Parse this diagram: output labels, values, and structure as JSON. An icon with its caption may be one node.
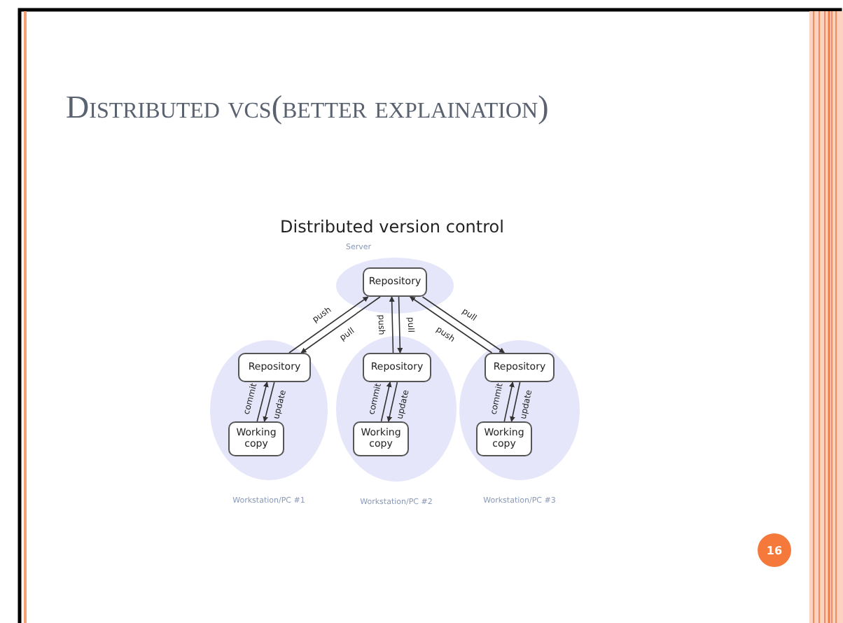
{
  "diagram": {
    "title": "Distributed vcs(better explaination)",
    "nodes": [
      {
        "text": [
          "Server"
        ]
      },
      {
        "text": [
          "Repository"
        ],
        "in": 0
      },
      {
        "text": [
          "Workstation/PC #1"
        ]
      },
      {
        "text": [
          "Repository"
        ],
        "in": 2
      },
      {
        "text": [
          "Working copy"
        ],
        "in": 2
      },
      {
        "text": [
          "Workstation/PC #2"
        ]
      },
      {
        "text": [
          "Repository"
        ],
        "in": 5
      },
      {
        "text": [
          "Working copy"
        ],
        "in": 5
      },
      {
        "text": [
          "Workstation/PC #3"
        ]
      },
      {
        "text": [
          "Repository"
        ],
        "in": 8
      },
      {
        "text": [
          "Working copy"
        ],
        "in": 8
      },
      {
        "text": [
          "16"
        ]
      }
    ],
    "edges": [
      {
        "from": 3,
        "to": 1,
        "arrow": "to",
        "label": "push"
      },
      {
        "from": 1,
        "to": 3,
        "arrow": "to",
        "label": "pull"
      },
      {
        "from": 6,
        "to": 1,
        "arrow": "to",
        "label": "push"
      },
      {
        "from": 1,
        "to": 6,
        "arrow": "to",
        "label": "pull"
      },
      {
        "from": 1,
        "to": 9,
        "arrow": "to",
        "label": "pull"
      },
      {
        "from": 9,
        "to": 1,
        "arrow": "to",
        "label": "push"
      },
      {
        "from": 4,
        "to": 3,
        "arrow": "to",
        "label": "commit"
      },
      {
        "from": 3,
        "to": 4,
        "arrow": "to",
        "label": "update"
      },
      {
        "from": 7,
        "to": 6,
        "arrow": "to",
        "label": "commit"
      },
      {
        "from": 6,
        "to": 7,
        "arrow": "to",
        "label": "update"
      },
      {
        "from": 10,
        "to": 9,
        "arrow": "to",
        "label": "commit"
      },
      {
        "from": 9,
        "to": 10,
        "arrow": "to",
        "label": "update"
      }
    ],
    "labels": [
      "Distributed version control"
    ]
  }
}
